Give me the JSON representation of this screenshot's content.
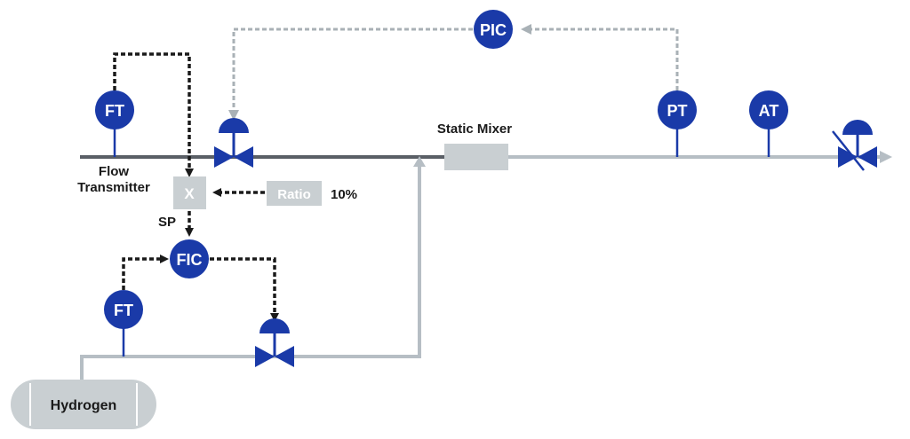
{
  "instruments": {
    "pic": "PIC",
    "ft_top": "FT",
    "pt": "PT",
    "at": "AT",
    "fic": "FIC",
    "ft_bottom": "FT"
  },
  "labels": {
    "flow_transmitter_line1": "Flow",
    "flow_transmitter_line2": "Transmitter",
    "static_mixer": "Static Mixer",
    "multiplier": "X",
    "ratio": "Ratio",
    "ratio_value": "10%",
    "setpoint": "SP",
    "hydrogen": "Hydrogen"
  },
  "colors": {
    "instrument": "#1a3aa8",
    "process_pipe": "#5a5f66",
    "mixed_pipe": "#b6bec4",
    "signal": "#1a1a1a",
    "signal_grey": "#a9b1b6"
  }
}
